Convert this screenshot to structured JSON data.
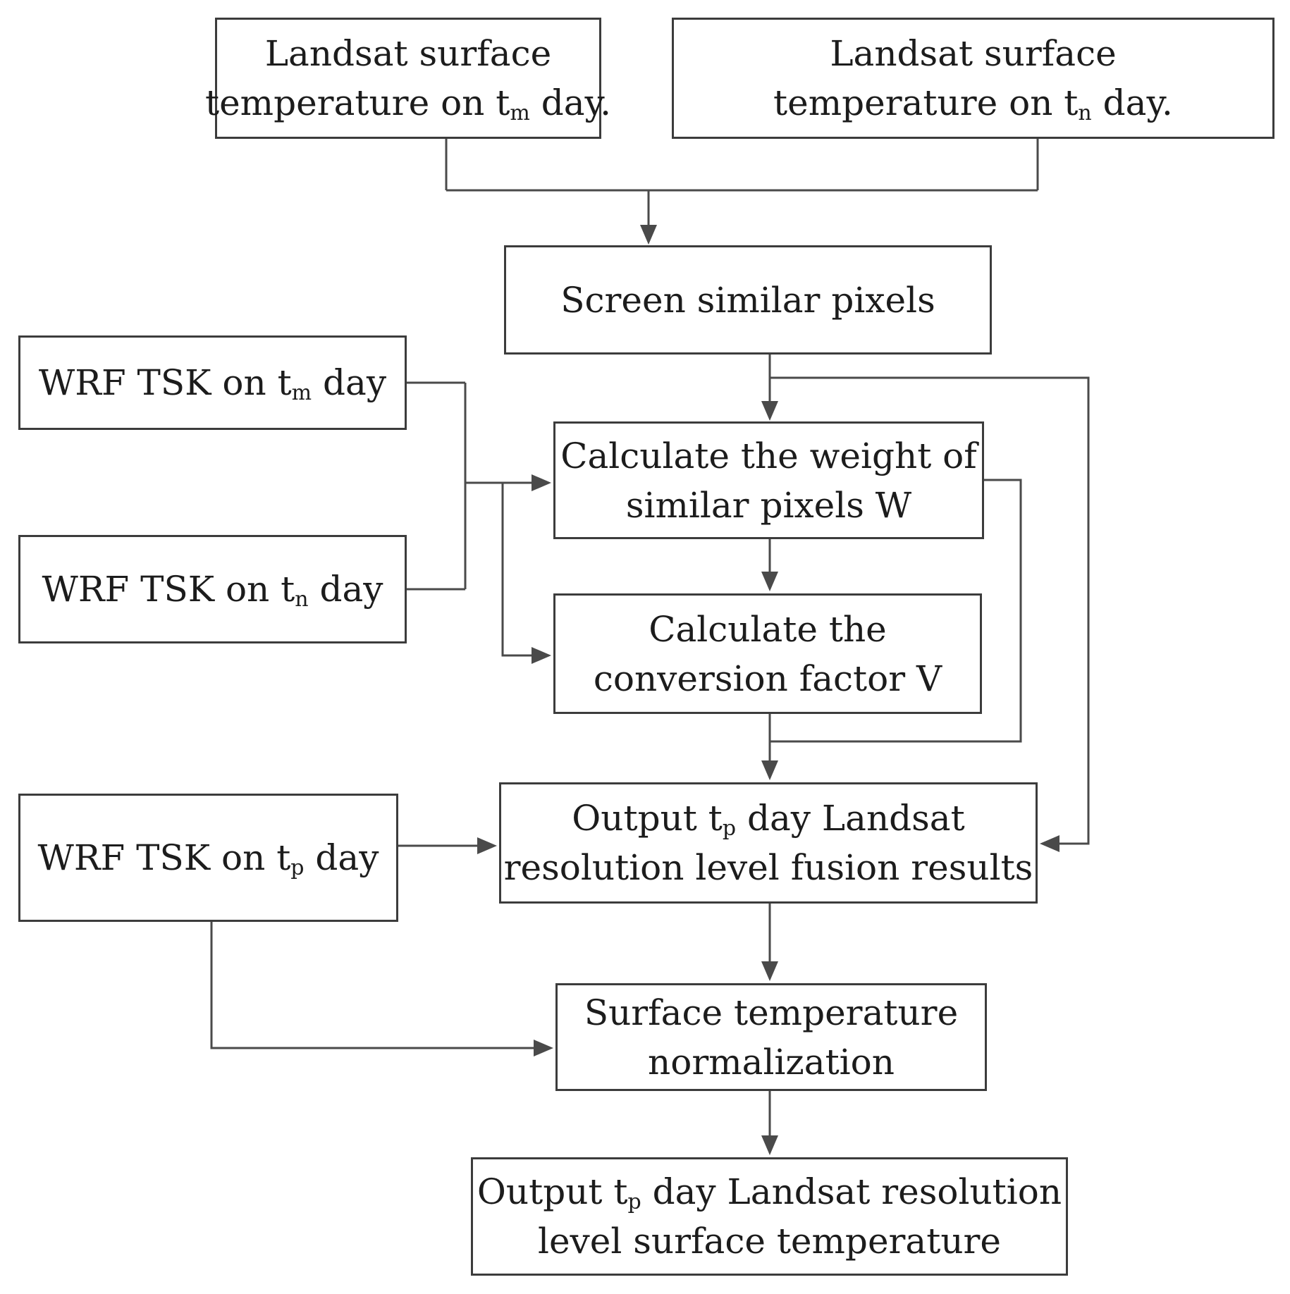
{
  "colors": {
    "background": "#ffffff",
    "text": "#1c1c1c",
    "box_border": "#3c3c3c",
    "connector_line": "#4a4a4a"
  },
  "boxes": {
    "landsat_tm": {
      "l1": "Landsat surface",
      "l2_pre": "temperature on t",
      "l2_sub": "m",
      "l2_post": " day."
    },
    "landsat_tn": {
      "l1": "Landsat surface",
      "l2_pre": "temperature on t",
      "l2_sub": "n",
      "l2_post": " day."
    },
    "screen": {
      "l1": "Screen similar pixels"
    },
    "wrf_tm": {
      "l1_pre": "WRF TSK on t",
      "l1_sub": "m",
      "l1_post": " day"
    },
    "wrf_tn": {
      "l1_pre": "WRF TSK on t",
      "l1_sub": "n",
      "l1_post": " day"
    },
    "weight": {
      "l1": "Calculate the weight of",
      "l2": "similar pixels W"
    },
    "conversion": {
      "l1": "Calculate the",
      "l2": "conversion factor V"
    },
    "fusion": {
      "l1_pre": "Output t",
      "l1_sub": "p",
      "l1_post": " day Landsat",
      "l2": "resolution level fusion results"
    },
    "wrf_tp": {
      "l1_pre": "WRF TSK on t",
      "l1_sub": "p",
      "l1_post": " day"
    },
    "normalization": {
      "l1": "Surface temperature",
      "l2": "normalization"
    },
    "final": {
      "l1_pre": "Output t",
      "l1_sub": "p",
      "l1_post": " day Landsat resolution",
      "l2": "level surface temperature"
    }
  }
}
